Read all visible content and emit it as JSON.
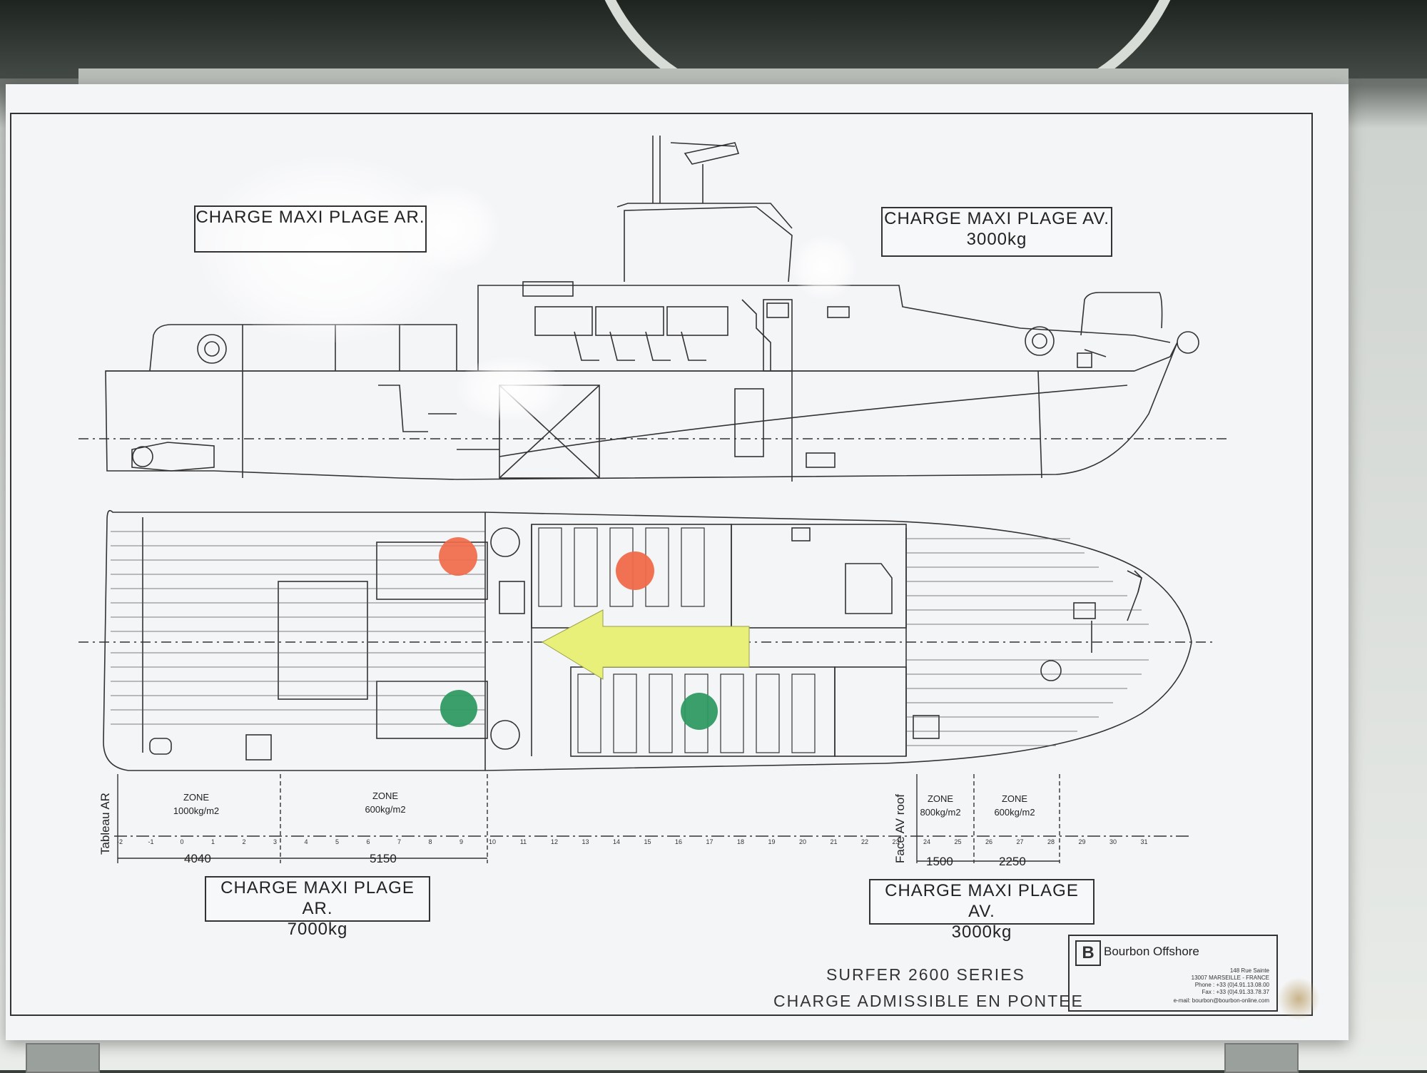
{
  "labels": {
    "top_left_box": "CHARGE MAXI PLAGE AR.",
    "top_right_box_title": "CHARGE MAXI PLAGE AV.",
    "top_right_box_value": "3000kg",
    "bottom_left_box_title": "CHARGE MAXI PLAGE AR.",
    "bottom_left_box_value": "7000kg",
    "bottom_right_box_title": "CHARGE MAXI PLAGE AV.",
    "bottom_right_box_value": "3000kg",
    "tableau": "Tableau AR",
    "face": "Face AV roof",
    "zone1_title": "ZONE",
    "zone1_value": "1000kg/m2",
    "zone2_title": "ZONE",
    "zone2_value": "600kg/m2",
    "zone3_title": "ZONE",
    "zone3_value": "800kg/m2",
    "zone4_title": "ZONE",
    "zone4_value": "600kg/m2",
    "dim1": "4040",
    "dim2": "5150",
    "dim3": "1500",
    "dim4": "2250",
    "series": "SURFER 2600 SERIES",
    "subtitle": "CHARGE ADMISSIBLE EN PONTEE"
  },
  "company": {
    "mark": "B",
    "name": "Bourbon Offshore",
    "address1": "148 Rue Sainte",
    "address2": "13007 MARSEILLE - FRANCE",
    "phone": "Phone : +33 (0)4.91.13.08.00",
    "fax": "Fax : +33 (0)4.91.33.78.37",
    "email": "e-mail: bourbon@bourbon-online.com"
  },
  "frame_numbers": [
    "-2",
    "-1",
    "0",
    "1",
    "2",
    "3",
    "4",
    "5",
    "6",
    "7",
    "8",
    "9",
    "10",
    "11",
    "12",
    "13",
    "14",
    "15",
    "16",
    "17",
    "18",
    "19",
    "20",
    "21",
    "22",
    "23",
    "24",
    "25",
    "26",
    "27",
    "28",
    "29",
    "30",
    "31"
  ],
  "markers": {
    "red": "#f06a4a",
    "green": "#2f9a62",
    "arrow": "#e8f07a"
  }
}
